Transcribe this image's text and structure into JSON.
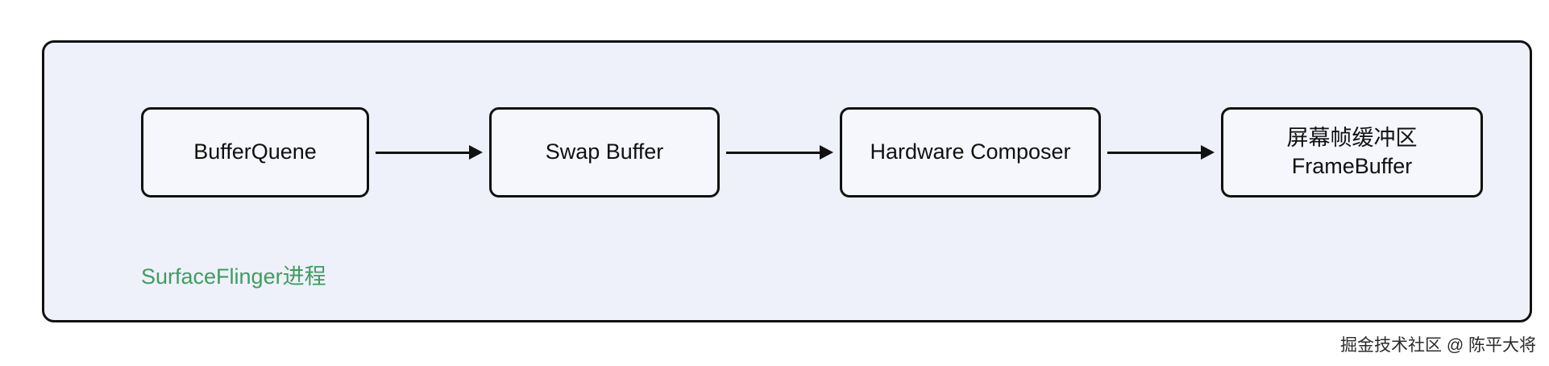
{
  "colors": {
    "container_bg": "#eef1fa",
    "node_bg": "#f5f7fd",
    "border": "#111111",
    "process_label_green": "#3f9d5f",
    "watermark_text": "#2b2b2b"
  },
  "diagram": {
    "type": "flowchart",
    "direction": "left-to-right",
    "container_label": "SurfaceFlinger进程",
    "nodes": [
      {
        "id": "bufferqueue",
        "lines": [
          "BufferQuene"
        ]
      },
      {
        "id": "swap-buffer",
        "lines": [
          "Swap Buffer"
        ]
      },
      {
        "id": "hardware-composer",
        "lines": [
          "Hardware Composer"
        ]
      },
      {
        "id": "framebuffer",
        "lines": [
          "屏幕帧缓冲区",
          "FrameBuffer"
        ]
      }
    ],
    "edges": [
      {
        "from": "bufferqueue",
        "to": "swap-buffer"
      },
      {
        "from": "swap-buffer",
        "to": "hardware-composer"
      },
      {
        "from": "hardware-composer",
        "to": "framebuffer"
      }
    ]
  },
  "watermark": "掘金技术社区 @ 陈平大将"
}
